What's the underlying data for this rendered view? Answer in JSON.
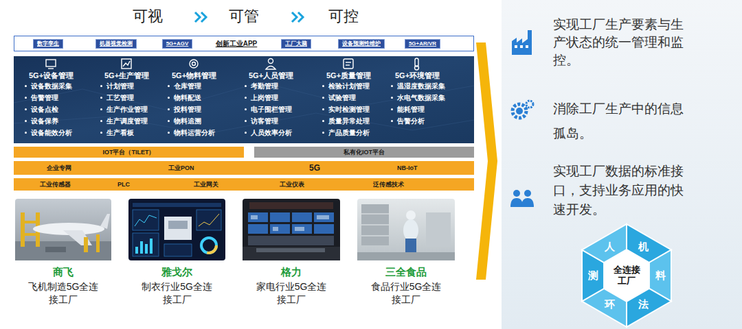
{
  "diagram": {
    "nodes": [
      {
        "text": [
          "创新工业APP"
        ]
      },
      {
        "text": [
          "数字孪生"
        ],
        "in": 0
      },
      {
        "text": [
          "机器视觉检测"
        ],
        "in": 0
      },
      {
        "text": [
          "5G+AGV"
        ],
        "in": 0
      },
      {
        "text": [
          "工厂大脑"
        ],
        "in": 0
      },
      {
        "text": [
          "设备预测性维护"
        ],
        "in": 0
      },
      {
        "text": [
          "5G+AR/VR"
        ],
        "in": 0
      },
      {
        "text": [
          "5G+设备管理",
          "设备数据采集",
          "告警管理",
          "设备点检",
          "设备保养",
          "设备能效分析"
        ]
      },
      {
        "text": [
          "5G+生产管理",
          "计划管理",
          "工艺管理",
          "生产作业管理",
          "生产调度管理",
          "生产看板"
        ]
      },
      {
        "text": [
          "5G+物料管理",
          "仓库管理",
          "物料配送",
          "投料管理",
          "物料追溯",
          "物料运营分析"
        ]
      },
      {
        "text": [
          "5G+人员管理",
          "考勤管理",
          "上岗管理",
          "电子围栏管理",
          "访客管理",
          "人员效率分析"
        ]
      },
      {
        "text": [
          "5G+质量管理",
          "检验计划管理",
          "试验管理",
          "实时检测管理",
          "质量异常处理",
          "产品质量分析"
        ]
      },
      {
        "text": [
          "5G+环境管理",
          "温湿度数据采集",
          "水电气数据采集",
          "能耗管理",
          "告警分析"
        ]
      },
      {
        "text": [
          "IOT平台（TILET）"
        ]
      },
      {
        "text": [
          "私有化IOT平台"
        ]
      },
      {
        "text": [
          "企业专网",
          "工业PON",
          "5G",
          "NB-IoT"
        ]
      },
      {
        "text": [
          "工业传感器",
          "PLC",
          "工业网关",
          "工业仪表",
          "泛传感技术"
        ]
      },
      {
        "text": [
          "商飞",
          "飞机制造5G全连接工厂"
        ]
      },
      {
        "text": [
          "雅戈尔",
          "制衣行业5G全连接工厂"
        ]
      },
      {
        "text": [
          "格力",
          "家电行业5G全连接工厂"
        ]
      },
      {
        "text": [
          "三全食品",
          "食品行业5G全连接工厂"
        ]
      },
      {
        "text": [
          "全连接工厂"
        ]
      }
    ],
    "labels": [
      "可视",
      "可管",
      "可控",
      "实现工厂生产要素与生产状态的统一管理和监控。",
      "消除工厂生产中的信息孤岛。",
      "实现工厂数据的标准接口，支持业务应用的快速开发。",
      "人",
      "机",
      "料",
      "法",
      "环",
      "测"
    ]
  }
}
